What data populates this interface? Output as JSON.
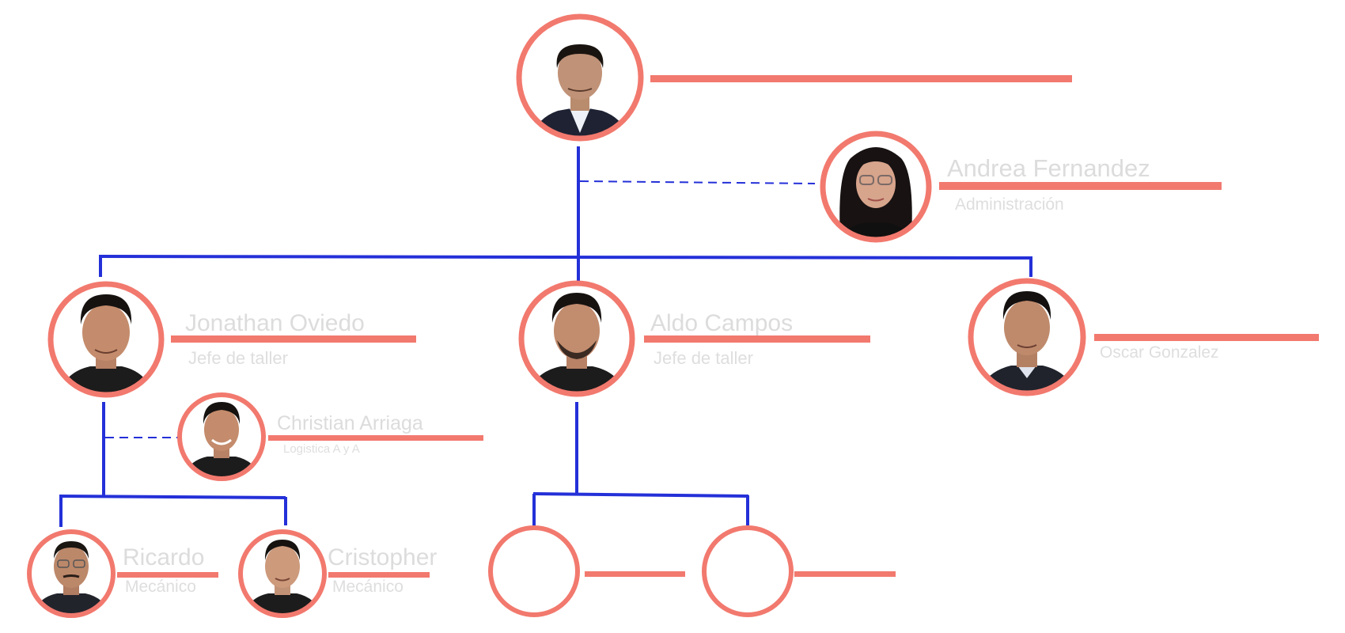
{
  "colors": {
    "connector": "#2430d8",
    "node_ring": "#f2796e",
    "name_bar": "#f2796e",
    "label_text": "#dcdcdc",
    "background": "#ffffff"
  },
  "nodes": [
    {
      "id": "director",
      "name": "",
      "role": "",
      "has_photo": true,
      "photo": "man-suit"
    },
    {
      "id": "andrea",
      "name": "Andrea Fernandez",
      "role": "Administración",
      "has_photo": true,
      "photo": "woman-glasses"
    },
    {
      "id": "jonathan",
      "name": "Jonathan Oviedo",
      "role": "Jefe de taller",
      "has_photo": true,
      "photo": "young-man"
    },
    {
      "id": "aldo",
      "name": "Aldo Campos",
      "role": "Jefe de taller",
      "has_photo": true,
      "photo": "man-beard"
    },
    {
      "id": "oscar",
      "name": "",
      "role": "Oscar Gonzalez",
      "has_photo": true,
      "photo": "man-shirt"
    },
    {
      "id": "christian",
      "name": "Christian Arriaga",
      "role": "Logistica A y A",
      "has_photo": true,
      "photo": "smiling-man"
    },
    {
      "id": "ricardo",
      "name": "Ricardo",
      "role": "Mecánico",
      "has_photo": true,
      "photo": "man-glasses"
    },
    {
      "id": "cristopher",
      "name": "Cristopher",
      "role": "Mecánico",
      "has_photo": true,
      "photo": "young-man"
    },
    {
      "id": "vacant1",
      "name": "",
      "role": "",
      "has_photo": false
    },
    {
      "id": "vacant2",
      "name": "",
      "role": "",
      "has_photo": false
    }
  ],
  "relations": [
    {
      "from": "director",
      "to": "andrea",
      "type": "assistant"
    },
    {
      "from": "director",
      "to": "jonathan",
      "type": "reports"
    },
    {
      "from": "director",
      "to": "aldo",
      "type": "reports"
    },
    {
      "from": "director",
      "to": "oscar",
      "type": "reports"
    },
    {
      "from": "jonathan",
      "to": "christian",
      "type": "assistant"
    },
    {
      "from": "jonathan",
      "to": "ricardo",
      "type": "reports"
    },
    {
      "from": "jonathan",
      "to": "cristopher",
      "type": "reports"
    },
    {
      "from": "aldo",
      "to": "vacant1",
      "type": "reports"
    },
    {
      "from": "aldo",
      "to": "vacant2",
      "type": "reports"
    }
  ]
}
